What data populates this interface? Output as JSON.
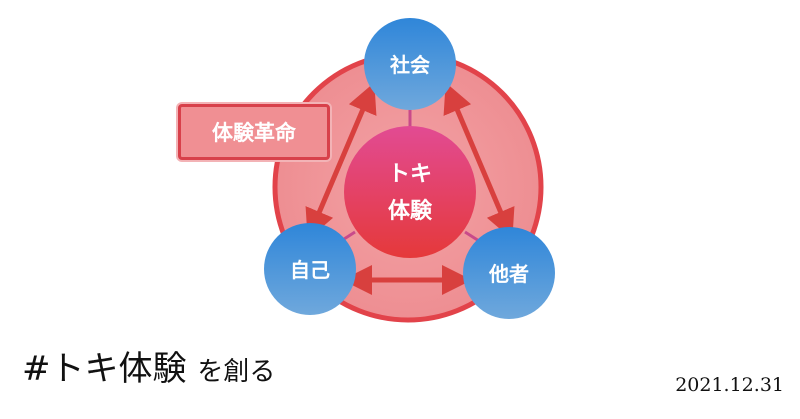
{
  "diagram": {
    "center": {
      "line1": "トキ",
      "line2": "体験"
    },
    "nodes": {
      "top": "社会",
      "left": "自己",
      "right": "他者"
    },
    "badge": "体験革命",
    "colors": {
      "outer_ring": "#e2434a",
      "outer_fill": "#f09aa0",
      "node_blue": "#3d8ad6",
      "center_magenta": "#e24a8a",
      "center_red": "#e23c3c",
      "arrow": "#d8403e"
    }
  },
  "caption": {
    "hash": "#トキ体験",
    "rest": "を創る"
  },
  "date": "2021.12.31"
}
